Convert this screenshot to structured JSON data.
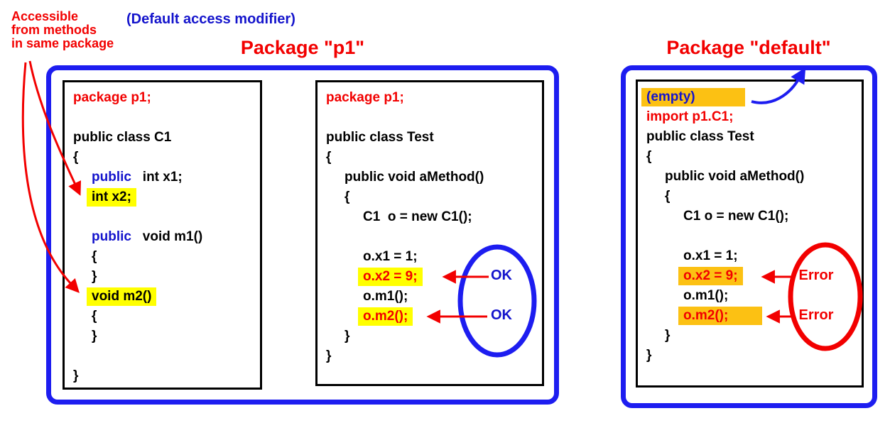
{
  "captions": {
    "accessible_note": [
      "Accessible",
      "from methods",
      "in same package"
    ],
    "modifier_note": "(Default access modifier)",
    "package_p1_title": "Package \"p1\"",
    "package_default_title": "Package \"default\""
  },
  "colors": {
    "red": "#f20000",
    "blue_text": "#1414cc",
    "blue_border": "#1d1df0",
    "yellow_highlight": "#ffff00",
    "orange_highlight": "#fcc113",
    "code_text": "#000000"
  },
  "annotations": {
    "ok_labels": [
      "OK",
      "OK"
    ],
    "error_labels": [
      "Error",
      "Error"
    ]
  },
  "boxes": [
    {
      "name": "class-c1-source",
      "lines": [
        {
          "ind": 0,
          "seg": [
            [
              "package p1;",
              "red"
            ]
          ]
        },
        {
          "ind": 0,
          "seg": []
        },
        {
          "ind": 0,
          "seg": [
            [
              "public class C1",
              "black"
            ]
          ]
        },
        {
          "ind": 0,
          "seg": [
            [
              "{",
              "black"
            ]
          ]
        },
        {
          "ind": 1,
          "seg": [
            [
              "public",
              "blue"
            ],
            [
              "   int x1;",
              "black"
            ]
          ]
        },
        {
          "ind": 1,
          "seg": [
            [
              "int x2;",
              "black"
            ]
          ],
          "hl": "yellow"
        },
        {
          "ind": 0,
          "seg": []
        },
        {
          "ind": 1,
          "seg": [
            [
              "public",
              "blue"
            ],
            [
              "   void m1()",
              "black"
            ]
          ]
        },
        {
          "ind": 1,
          "seg": [
            [
              "{",
              "black"
            ]
          ]
        },
        {
          "ind": 1,
          "seg": [
            [
              "}",
              "black"
            ]
          ]
        },
        {
          "ind": 1,
          "seg": [
            [
              "void m2()",
              "black"
            ]
          ],
          "hl": "yellow"
        },
        {
          "ind": 1,
          "seg": [
            [
              "{",
              "black"
            ]
          ]
        },
        {
          "ind": 1,
          "seg": [
            [
              "}",
              "black"
            ]
          ]
        },
        {
          "ind": 0,
          "seg": []
        },
        {
          "ind": 0,
          "seg": [
            [
              "}",
              "black"
            ]
          ]
        }
      ]
    },
    {
      "name": "test-in-p1-source",
      "lines": [
        {
          "ind": 0,
          "seg": [
            [
              "package p1;",
              "red"
            ]
          ]
        },
        {
          "ind": 0,
          "seg": []
        },
        {
          "ind": 0,
          "seg": [
            [
              "public class Test",
              "black"
            ]
          ]
        },
        {
          "ind": 0,
          "seg": [
            [
              "{",
              "black"
            ]
          ]
        },
        {
          "ind": 1,
          "seg": [
            [
              "public void aMethod()",
              "black"
            ]
          ]
        },
        {
          "ind": 1,
          "seg": [
            [
              "{",
              "black"
            ]
          ]
        },
        {
          "ind": 2,
          "seg": [
            [
              "C1  o = new C1();",
              "black"
            ]
          ]
        },
        {
          "ind": 0,
          "seg": []
        },
        {
          "ind": 2,
          "seg": [
            [
              "o.x1 = 1;",
              "black"
            ]
          ]
        },
        {
          "ind": 2,
          "seg": [
            [
              "o.x2 = 9;",
              "red"
            ]
          ],
          "hl": "yellow"
        },
        {
          "ind": 2,
          "seg": [
            [
              "o.m1();",
              "black"
            ]
          ]
        },
        {
          "ind": 2,
          "seg": [
            [
              "o.m2();",
              "red"
            ]
          ],
          "hl": "yellow"
        },
        {
          "ind": 1,
          "seg": [
            [
              "}",
              "black"
            ]
          ]
        },
        {
          "ind": 0,
          "seg": [
            [
              "}",
              "black"
            ]
          ]
        }
      ]
    },
    {
      "name": "test-in-default-source",
      "lines": [
        {
          "ind": 0,
          "seg": [
            [
              "(empty)",
              "blue"
            ]
          ],
          "hl": "orange",
          "minw": 132
        },
        {
          "ind": 0,
          "seg": [
            [
              "import p1.C1;",
              "red"
            ]
          ]
        },
        {
          "ind": 0,
          "seg": [
            [
              "public class Test",
              "black"
            ]
          ]
        },
        {
          "ind": 0,
          "seg": [
            [
              "{",
              "black"
            ]
          ]
        },
        {
          "ind": 1,
          "seg": [
            [
              "public void aMethod()",
              "black"
            ]
          ]
        },
        {
          "ind": 1,
          "seg": [
            [
              "{",
              "black"
            ]
          ]
        },
        {
          "ind": 2,
          "seg": [
            [
              "C1 o = new C1();",
              "black"
            ]
          ]
        },
        {
          "ind": 0,
          "seg": []
        },
        {
          "ind": 2,
          "seg": [
            [
              "o.x1 = 1;",
              "black"
            ]
          ]
        },
        {
          "ind": 2,
          "seg": [
            [
              "o.x2 = 9;",
              "red"
            ]
          ],
          "hl": "orange"
        },
        {
          "ind": 2,
          "seg": [
            [
              "o.m1();",
              "black"
            ]
          ]
        },
        {
          "ind": 2,
          "seg": [
            [
              "o.m2();",
              "red"
            ]
          ],
          "hl": "orange",
          "minw": 104
        },
        {
          "ind": 1,
          "seg": [
            [
              "}",
              "black"
            ]
          ]
        },
        {
          "ind": 0,
          "seg": [
            [
              "}",
              "black"
            ]
          ]
        }
      ]
    }
  ]
}
